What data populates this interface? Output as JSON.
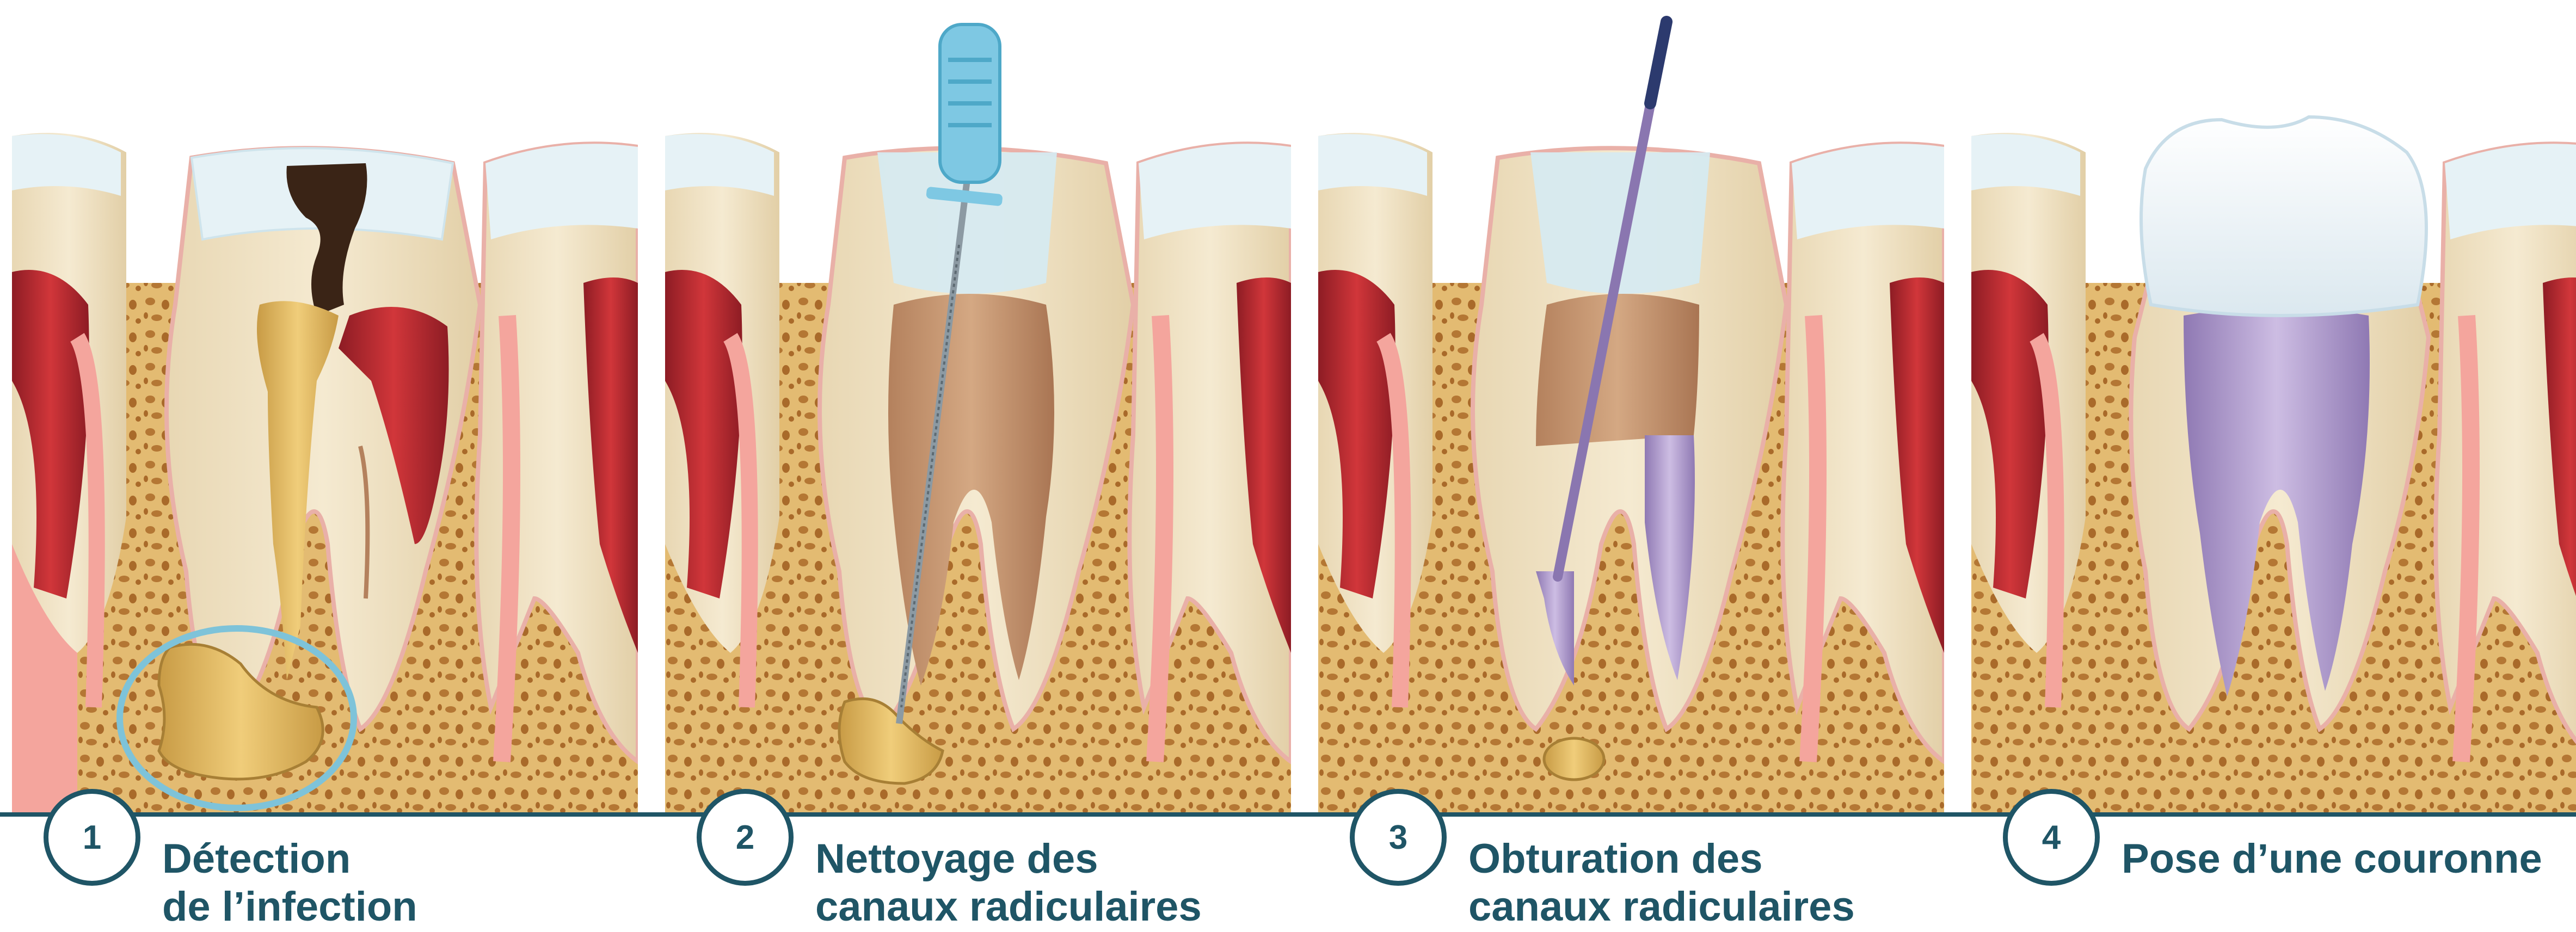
{
  "steps": [
    {
      "number": "1",
      "line1": "Détection",
      "line2": "de l’infection"
    },
    {
      "number": "2",
      "line1": "Nettoyage des",
      "line2": "canaux radiculaires"
    },
    {
      "number": "3",
      "line1": "Obturation des",
      "line2": "canaux radiculaires"
    },
    {
      "number": "4",
      "line1": "Pose d’une couronne",
      "line2": ""
    }
  ],
  "colors": {
    "accent": "#1f5566",
    "enamel": "#e6f2f6",
    "dentin": "#efe1c2",
    "gum": "#f4a59d",
    "pulp": "#c3282f",
    "bone": "#e0b870",
    "infection": "#e0b861",
    "filling": "#b6a4d0",
    "crown": "#f4f8fb",
    "instrument": "#7ec8e3"
  }
}
